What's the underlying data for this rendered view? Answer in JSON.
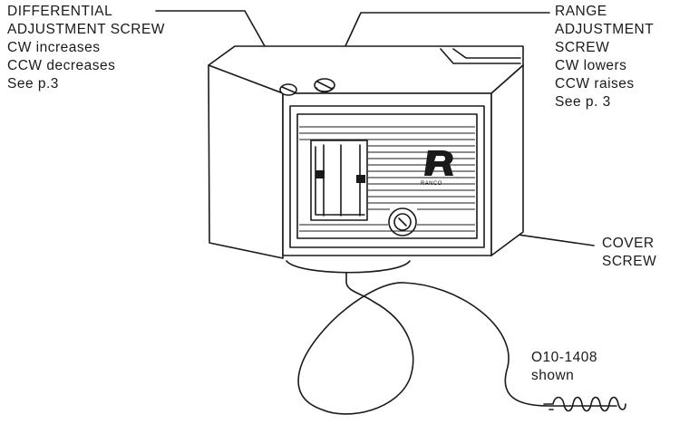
{
  "callouts": {
    "differential": {
      "lines": [
        "DIFFERENTIAL",
        "ADJUSTMENT SCREW",
        "CW increases",
        "CCW decreases",
        "See p.3"
      ]
    },
    "range": {
      "lines": [
        "RANGE",
        "ADJUSTMENT",
        "SCREW",
        "CW lowers",
        "CCW raises",
        "See p. 3"
      ]
    },
    "cover": {
      "lines": [
        "COVER",
        "SCREW"
      ]
    },
    "model": {
      "lines": [
        "O10-1408",
        "shown"
      ]
    }
  },
  "logo": {
    "mark": "R",
    "brand": "RANCO"
  },
  "colors": {
    "ink": "#1a1a1a",
    "paper": "#ffffff"
  }
}
